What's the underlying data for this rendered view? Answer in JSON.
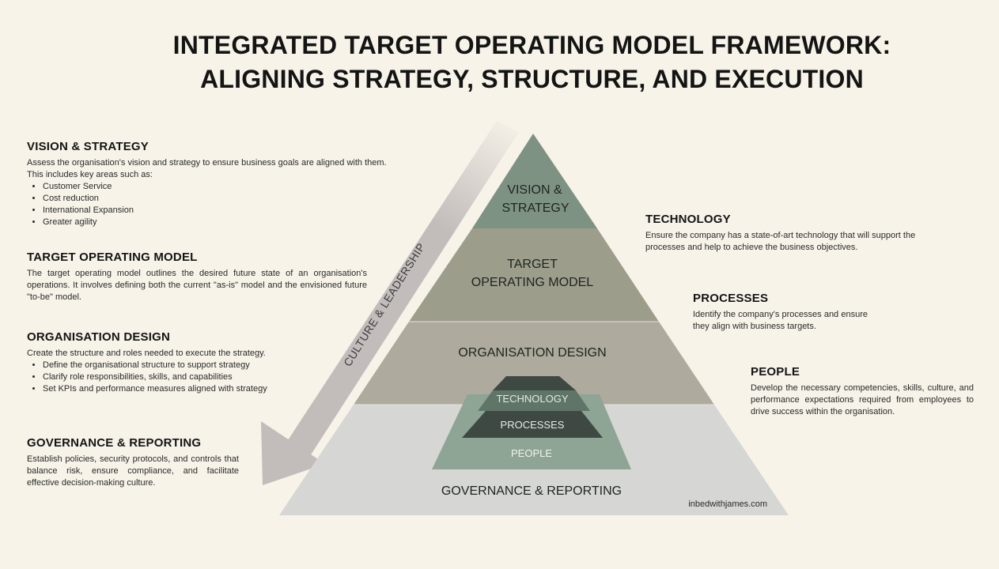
{
  "title": {
    "line1": "INTEGRATED TARGET OPERATING MODEL FRAMEWORK:",
    "line2": "ALIGNING STRATEGY, STRUCTURE, AND EXECUTION"
  },
  "left_sections": {
    "vision": {
      "heading": "VISION & STRATEGY",
      "line1": "Assess the organisation's vision and strategy to ensure business goals are aligned with them.",
      "line2": "This includes key areas such as:",
      "bullets": [
        "Customer Service",
        "Cost reduction",
        "International Expansion",
        "Greater agility"
      ]
    },
    "tom": {
      "heading": "TARGET OPERATING MODEL",
      "text": "The target operating model outlines the desired future state of an organisation's operations. It involves defining both the current \"as-is\" model and the envisioned future \"to-be\" model."
    },
    "org": {
      "heading": "ORGANISATION DESIGN",
      "line1": "Create the structure and roles needed to execute the strategy.",
      "bullets": [
        "Define the organisational structure to support strategy",
        "Clarify role responsibilities, skills, and capabilities",
        "Set KPIs and performance measures aligned with strategy"
      ]
    },
    "gov": {
      "heading": "GOVERNANCE & REPORTING",
      "text": "Establish policies, security protocols, and controls that balance risk, ensure compliance, and facilitate effective decision-making culture."
    }
  },
  "right_sections": {
    "technology": {
      "heading": "TECHNOLOGY",
      "text": "Ensure the company has a state-of-art technology that will support the processes and help to achieve the business objectives."
    },
    "processes": {
      "heading": "PROCESSES",
      "text": "Identify the company's processes and ensure they align with business targets."
    },
    "people": {
      "heading": "PEOPLE",
      "text": "Develop the necessary competencies, skills, culture, and performance expectations required from employees to drive success within the organisation."
    }
  },
  "pyramid": {
    "tier1_line1": "VISION &",
    "tier1_line2": "STRATEGY",
    "tier2_line1": "TARGET",
    "tier2_line2": "OPERATING MODEL",
    "tier3": "ORGANISATION DESIGN",
    "tier4": "GOVERNANCE & REPORTING",
    "inner_technology": "TECHNOLOGY",
    "inner_processes": "PROCESSES",
    "inner_people": "PEOPLE",
    "watermark": "inbedwithjames.com"
  },
  "arrow_label": "CULTURE & LEADERSHIP",
  "colors": {
    "background": "#f7f3e9",
    "tier1": "#7e9284",
    "tier2": "#9c9d8b",
    "tier3": "#aeaa9d",
    "tier4": "#d6d6d4",
    "inner_dark": "#3f4943",
    "inner_mid": "#5f7567",
    "inner_light": "#8ea495",
    "arrow": "#c2bcbb"
  }
}
